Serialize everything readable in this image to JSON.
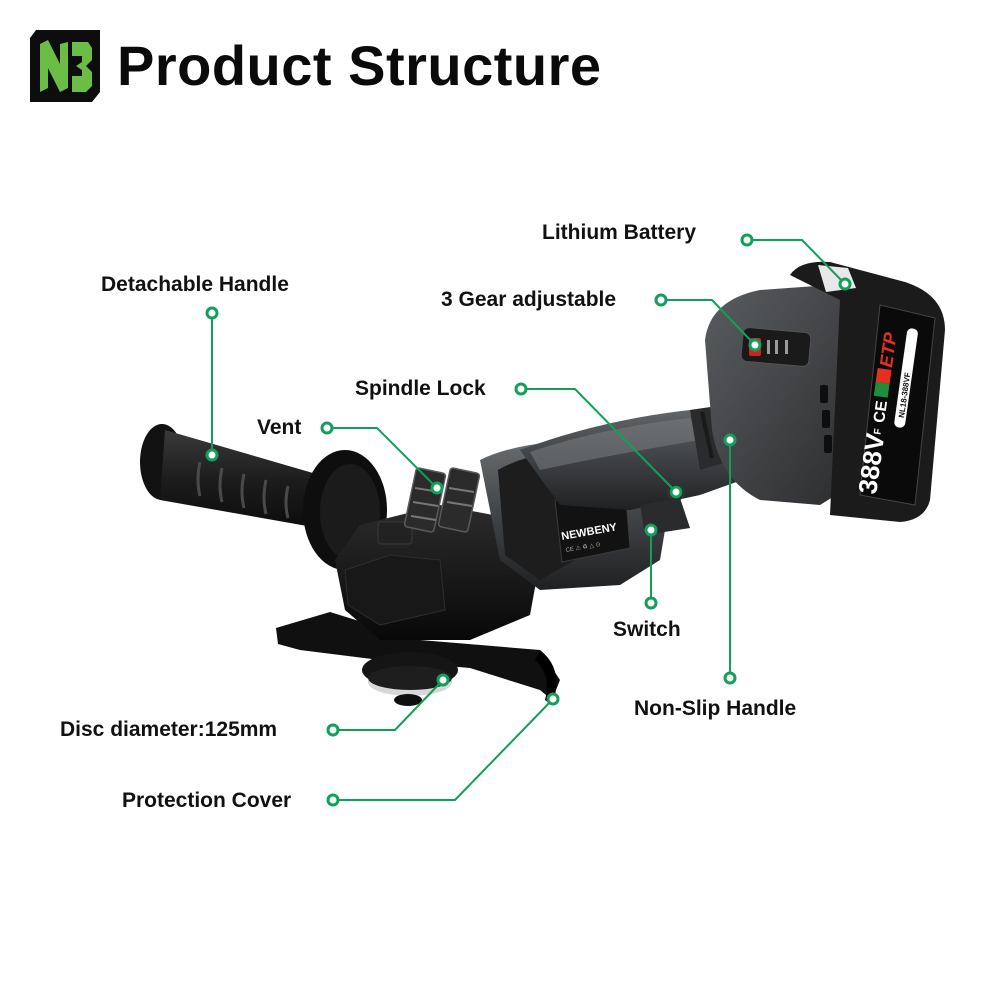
{
  "header": {
    "logo": "NB-brand-logo",
    "title": "Product Structure"
  },
  "colors": {
    "accent": "#11a05a",
    "logo_green": "#6cbd45",
    "logo_bg": "#0d0d0d",
    "body_dark": "#1b1b1b",
    "body_gray": "#4a4d50",
    "text": "#111111"
  },
  "product": {
    "brand": "NEWBENY",
    "battery_voltage": "388V",
    "battery_mark": "F",
    "battery_brand": "ETP",
    "battery_model": "NL18-388VF"
  },
  "callouts": {
    "lithium_battery": "Lithium Battery",
    "gear_adjustable": "3 Gear adjustable",
    "detachable_handle": "Detachable Handle",
    "spindle_lock": "Spindle Lock",
    "vent": "Vent",
    "switch": "Switch",
    "non_slip_handle": "Non-Slip Handle",
    "disc_diameter": "Disc diameter:125mm",
    "protection_cover": "Protection Cover"
  }
}
